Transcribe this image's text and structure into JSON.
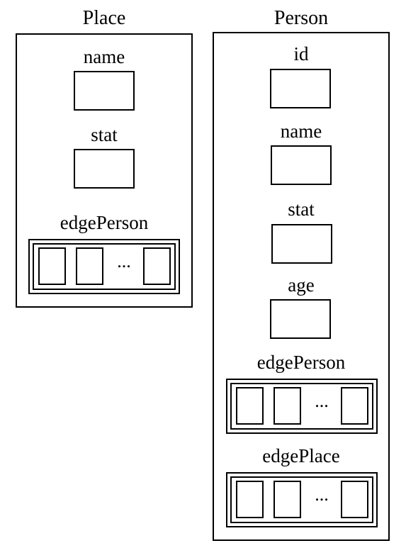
{
  "place": {
    "title": "Place",
    "fields": [
      "name",
      "stat"
    ],
    "array": {
      "label": "edgePerson",
      "ellipsis": "..."
    }
  },
  "person": {
    "title": "Person",
    "fields": [
      "id",
      "name",
      "stat",
      "age"
    ],
    "arrays": [
      {
        "label": "edgePerson",
        "ellipsis": "..."
      },
      {
        "label": "edgePlace",
        "ellipsis": "..."
      }
    ]
  }
}
